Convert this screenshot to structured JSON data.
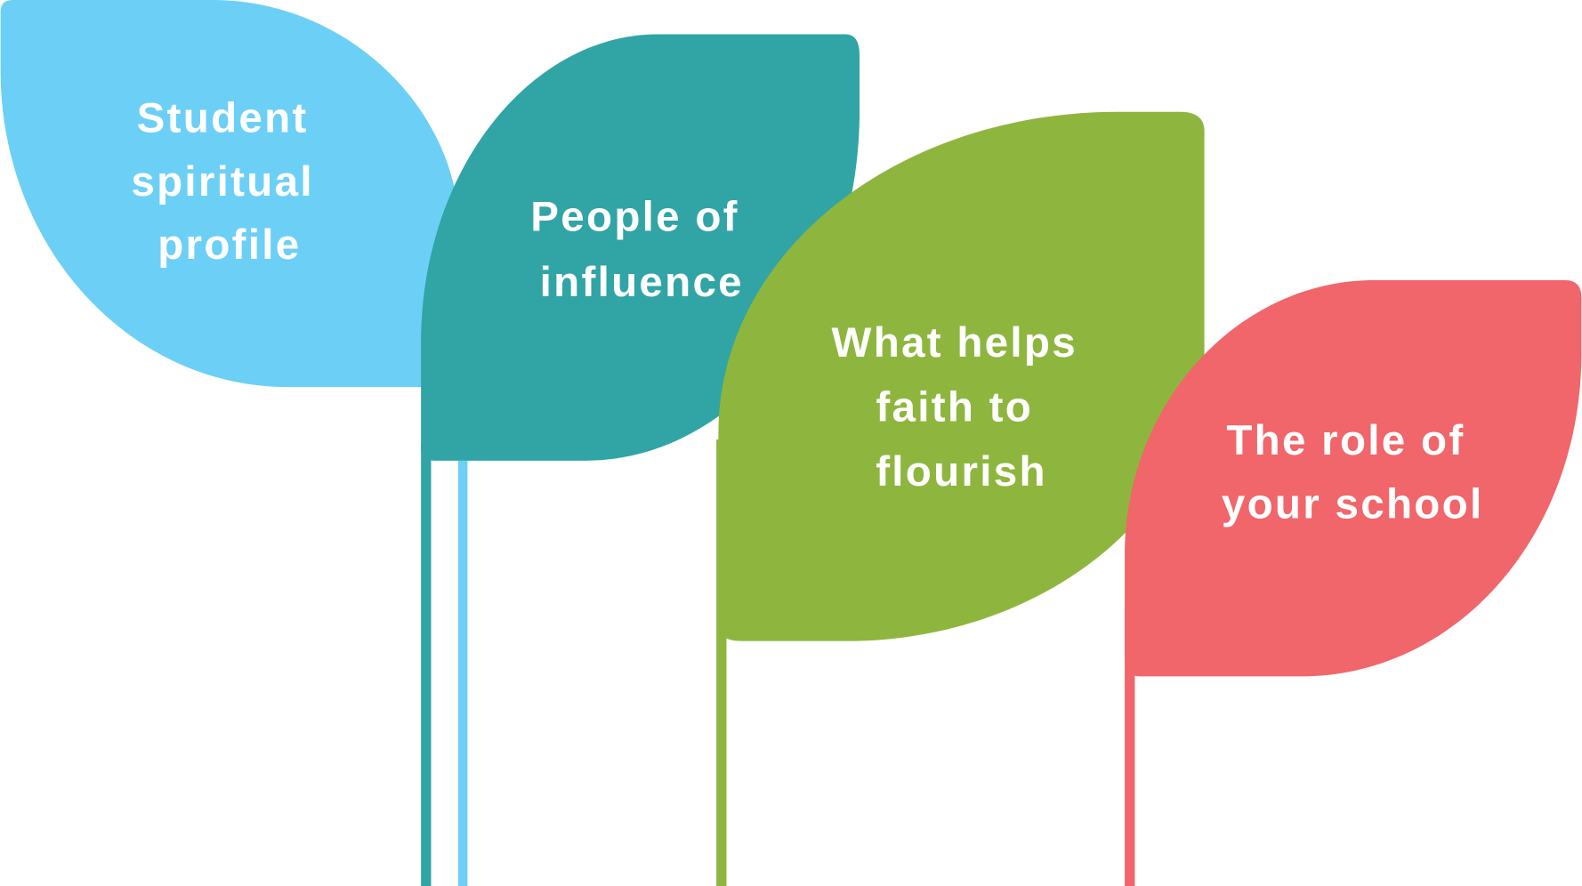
{
  "colors": {
    "blue": "#6CCFF6",
    "teal": "#31A4A5",
    "green": "#8EB63E",
    "red": "#F0666A"
  },
  "leaves": [
    {
      "lines": [
        "Student",
        "spiritual",
        "profile"
      ]
    },
    {
      "lines": [
        "People of",
        "influence"
      ]
    },
    {
      "lines": [
        "What helps",
        "faith to",
        "flourish"
      ]
    },
    {
      "lines": [
        "The role of",
        "your school"
      ]
    }
  ]
}
